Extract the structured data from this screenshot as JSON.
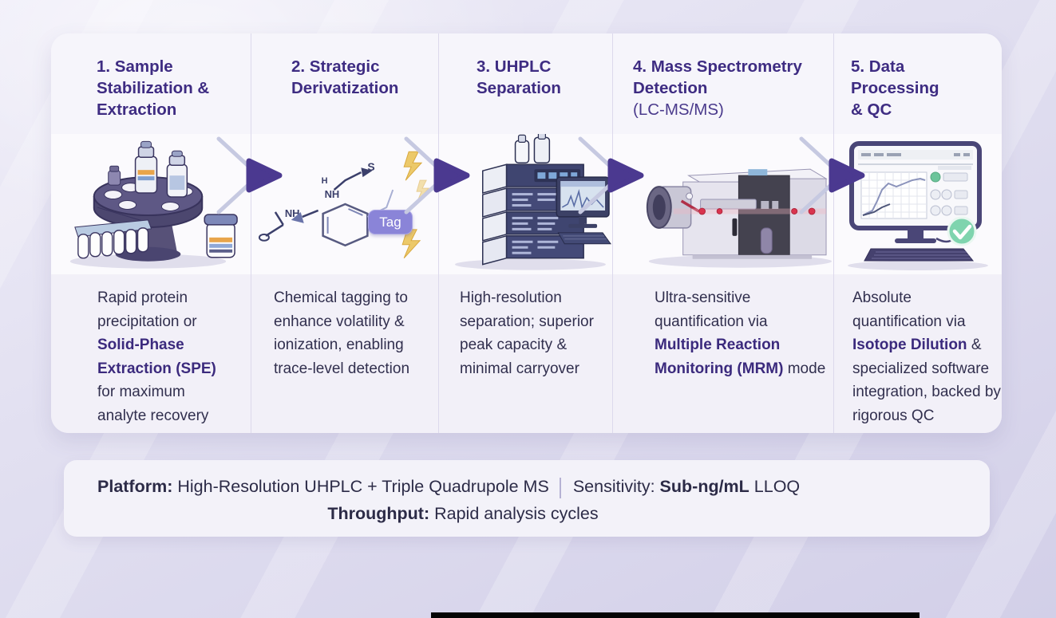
{
  "steps": [
    {
      "title": "1. Sample Stabilization & Extraction",
      "title_sub": "",
      "desc_pre": "Rapid protein precipitation or ",
      "desc_bold": "Solid-Phase Extraction (SPE)",
      "desc_post": " for maximum analyte recovery",
      "illustration": "sample-prep-carousel-vials-tubes-jar"
    },
    {
      "title": "2. Strategic Derivatization",
      "title_sub": "",
      "desc_pre": "Chemical tagging to enhance volatility & ionization, enabling trace-level detection",
      "desc_bold": "",
      "desc_post": "",
      "tag_label": "Tag",
      "nh_label": "NH",
      "h_label": "H",
      "s_label": "S",
      "illustration": "chemical-structure-tagging-sketch"
    },
    {
      "title": "3. UHPLC Separation",
      "title_sub": "",
      "desc_pre": "High-resolution separation; superior peak capacity & minimal carryover",
      "desc_bold": "",
      "desc_post": "",
      "illustration": "uhplc-module-stack-with-monitor"
    },
    {
      "title": "4. Mass Spectrometry Detection",
      "title_sub": "(LC-MS/MS)",
      "desc_pre": "Ultra-sensitive quantification via ",
      "desc_bold": "Multiple Reaction Monitoring (MRM)",
      "desc_post": " mode",
      "illustration": "triple-quadrupole-mass-spectrometer-ion-beam"
    },
    {
      "title": "5. Data Processing & QC",
      "title_sub": "",
      "desc_pre": "Absolute quantification via ",
      "desc_bold": "Isotope Dilution",
      "desc_post": " & specialized software integration, backed by rigorous QC",
      "illustration": "workstation-monitor-chart-green-check"
    }
  ],
  "summary": {
    "platform_label": "Platform:",
    "platform_value": " High-Resolution UHPLC + Triple Quadrupole MS",
    "sensitivity_label": "Sensitivity:",
    "sensitivity_bold": " Sub-ng/mL",
    "sensitivity_rest": " LLOQ",
    "throughput_label": "Throughput:",
    "throughput_value": " Rapid analysis cycles"
  },
  "colors": {
    "header_purple": "#3e2c82",
    "body_text": "#312f4e",
    "bold_purple": "#3b2a7d",
    "arrow_purple": "#4b3990",
    "tag_badge": "#8a84d8",
    "check_green": "#7fd4ae",
    "ion_beam_red": "#d9344e",
    "bolt_yellow": "#ecc96a"
  }
}
